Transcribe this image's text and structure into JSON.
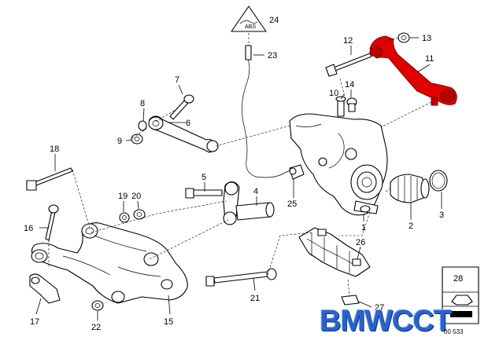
{
  "labels": {
    "p1": "1",
    "p2": "2",
    "p3": "3",
    "p4": "4",
    "p5": "5",
    "p6": "6",
    "p7": "7",
    "p8": "8",
    "p9": "9",
    "p10": "10",
    "p11": "11",
    "p12": "12",
    "p13": "13",
    "p14": "14",
    "p15": "15",
    "p16": "16",
    "p17": "17",
    "p18": "18",
    "p19": "19",
    "p20": "20",
    "p21": "21",
    "p22": "22",
    "p23": "23",
    "p24": "24",
    "p25": "25",
    "p26": "26",
    "p27": "27",
    "p28": "28"
  },
  "watermark": {
    "text": "BMWCCT"
  },
  "diagram_number": "00 533",
  "colors": {
    "highlight": "#e00000",
    "watermark": "#2a63c9"
  }
}
